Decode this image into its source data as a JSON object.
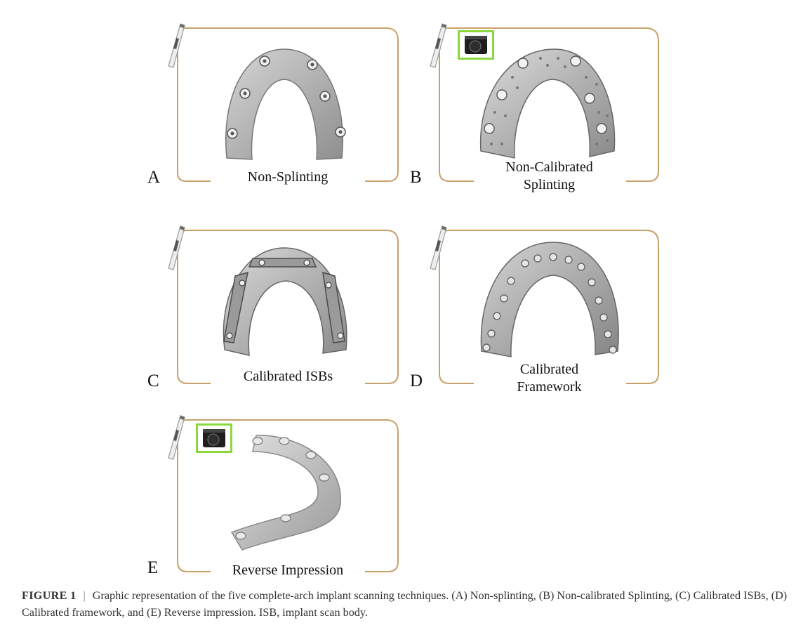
{
  "panels": [
    {
      "letter": "A",
      "title_lines": [
        "Non-Splinting"
      ]
    },
    {
      "letter": "B",
      "title_lines": [
        "Non-Calibrated",
        "Splinting"
      ]
    },
    {
      "letter": "C",
      "title_lines": [
        "Calibrated ISBs"
      ]
    },
    {
      "letter": "D",
      "title_lines": [
        "Calibrated",
        "Framework"
      ]
    },
    {
      "letter": "E",
      "title_lines": [
        "Reverse Impression"
      ]
    }
  ],
  "caption": {
    "label": "FIGURE 1",
    "separator": "|",
    "text": "Graphic representation of the five complete-arch implant scanning techniques. (A) Non-splinting, (B) Non-calibrated Splinting, (C) Calibrated ISBs, (D) Calibrated framework, and (E) Reverse impression. ISB, implant scan body."
  },
  "colors": {
    "frame": "#c9a06a",
    "thumb_border": "#8ad83c",
    "model": "#b9b9b9"
  },
  "icons": [
    "intraoral-scanner-icon",
    "scan-body-thumbnail-icon",
    "dental-arch-model-icon"
  ]
}
